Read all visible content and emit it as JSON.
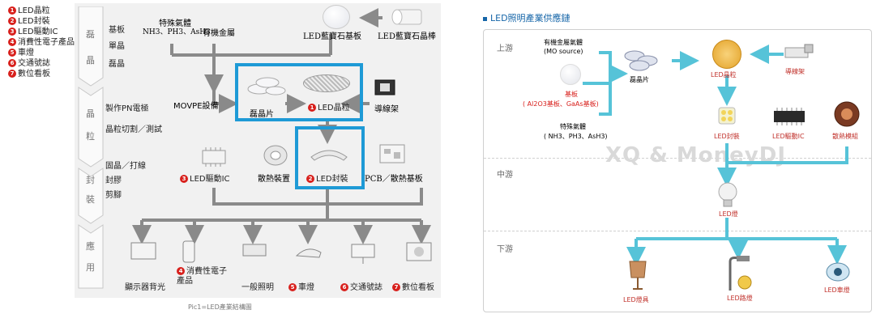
{
  "left_diagram": {
    "legend": [
      {
        "num": "1",
        "label": "LED晶粒"
      },
      {
        "num": "2",
        "label": "LED封裝"
      },
      {
        "num": "3",
        "label": "LED驅動IC"
      },
      {
        "num": "4",
        "label": "消費性電子產品"
      },
      {
        "num": "5",
        "label": "車燈"
      },
      {
        "num": "6",
        "label": "交通號誌"
      },
      {
        "num": "7",
        "label": "數位看板"
      }
    ],
    "stage_upper": [
      "磊",
      "晶"
    ],
    "stage_middle": [
      "晶",
      "粒"
    ],
    "stage_lower": [
      "封",
      "裝"
    ],
    "stage_app": [
      "應",
      "用"
    ],
    "steps_upper": [
      "基板",
      "單晶",
      "磊晶"
    ],
    "steps_middle": [
      "製作PN電極",
      "晶粒切割／測試"
    ],
    "steps_lower": [
      "固晶／打線",
      "封膠",
      "剪腳"
    ],
    "top_labels": {
      "special_gas": "特殊氣體",
      "gas_formula": "NH3、PH3、AsH3",
      "organic_metal": "有機金屬",
      "sapphire_substrate": "LED藍寶石基板",
      "sapphire_ingot": "LED藍寶石晶棒"
    },
    "mid_labels": {
      "movpe": "MOVPE設備",
      "epi_wafer": "磊晶片",
      "led_chip_num": "1",
      "led_chip": "LED晶粒",
      "lead_frame": "導線架"
    },
    "low_labels": {
      "driver_ic_num": "3",
      "driver_ic": "LED驅動IC",
      "heat_device": "散熱裝置",
      "package_num": "2",
      "package": "LED封裝",
      "pcb": "PCB／散熱基板"
    },
    "apps": [
      {
        "num": "",
        "label": "顯示器背光"
      },
      {
        "num": "4",
        "label": "消費性電子產品"
      },
      {
        "num": "",
        "label": "一般照明"
      },
      {
        "num": "5",
        "label": "車燈"
      },
      {
        "num": "6",
        "label": "交通號誌"
      },
      {
        "num": "7",
        "label": "數位看板"
      }
    ],
    "caption": "Pic1=LED產業結構圖"
  },
  "right_diagram": {
    "title": "LED照明產業供應鏈",
    "zones": {
      "upstream": "上游",
      "midstream": "中游",
      "downstream": "下游"
    },
    "inputs": {
      "organic": "有機金屬氣體",
      "organic_sub": "(MO source)",
      "substrate": "基板",
      "substrate_sub": "( Al2O3基板、GaAs基板)",
      "gas": "特殊氣體",
      "gas_sub": "( NH3、PH3、AsH3)"
    },
    "epi_wafer": "磊晶片",
    "led_chip": "LED晶粒",
    "lead_frame": "導線架",
    "led_package": "LED封裝",
    "driver_ic": "LED驅動IC",
    "heat_module": "散熱模組",
    "led_lamp": "LED燈",
    "lighting": "LED燈具",
    "street_light": "LED路燈",
    "car_light": "LED車燈",
    "watermark": "XQ & MoneyDJ"
  }
}
